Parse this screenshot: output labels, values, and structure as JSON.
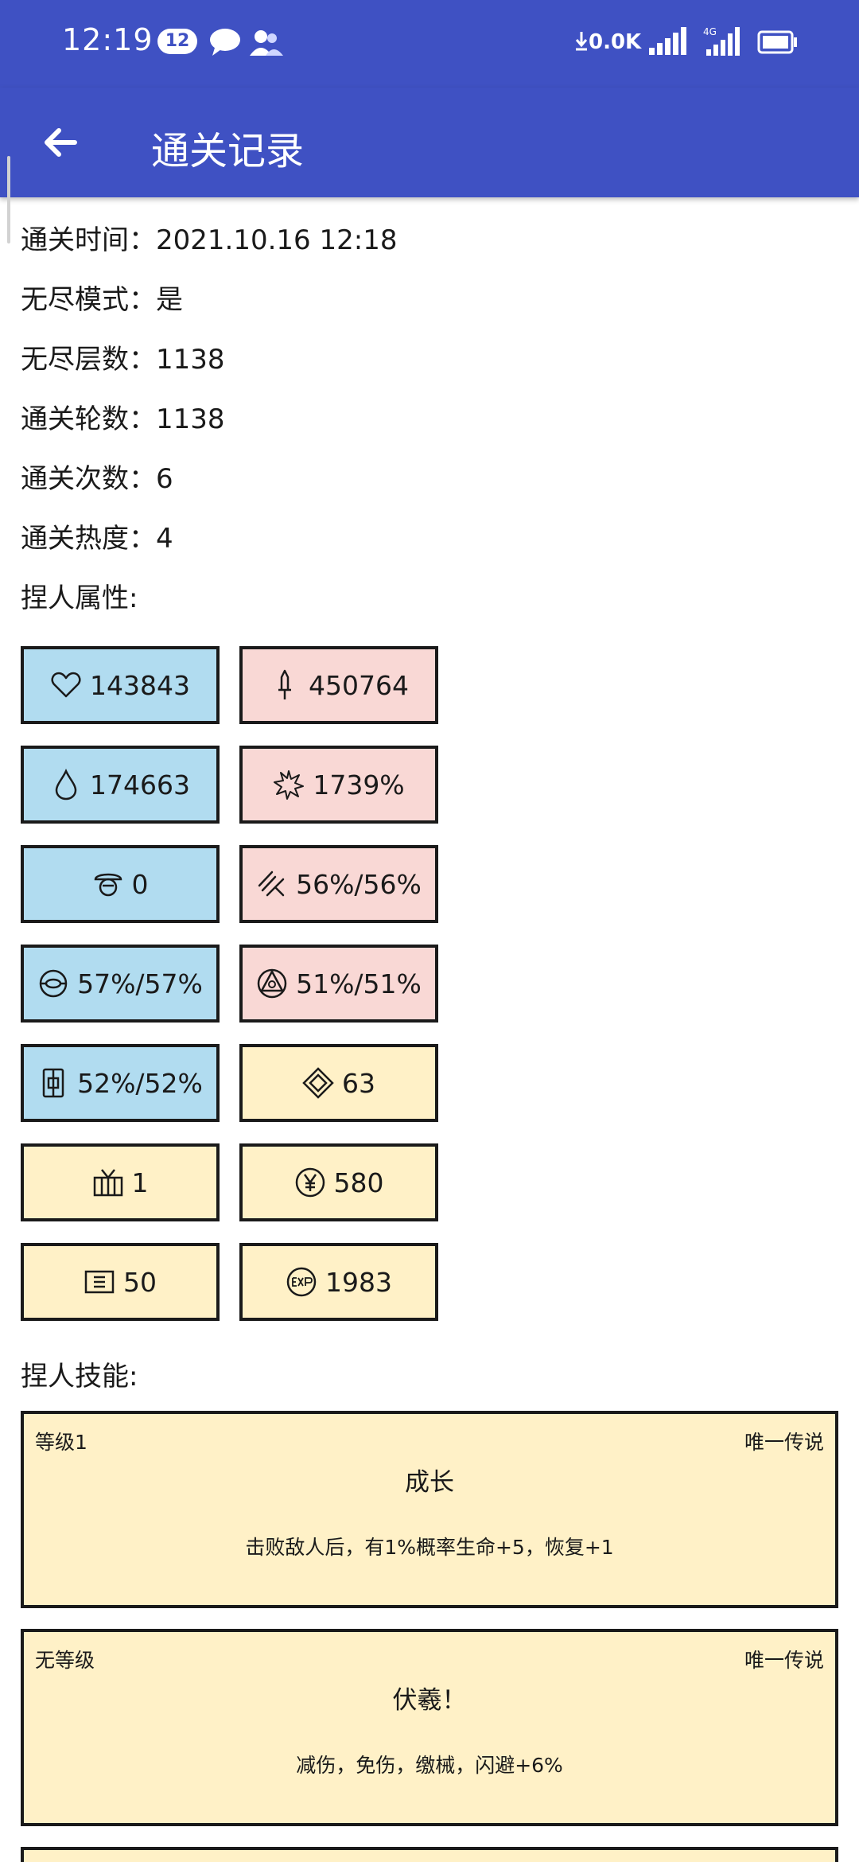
{
  "status_bar": {
    "time": "12:19",
    "notification_count": "12",
    "net_speed": "0.0K",
    "network_type": "4G",
    "icons": [
      "chat-icon",
      "contacts-icon",
      "download-arrow-icon",
      "signal-icon",
      "battery-icon"
    ]
  },
  "app_bar": {
    "title": "通关记录",
    "back_icon": "arrow-back-icon",
    "background": "#3f51c3"
  },
  "record": [
    {
      "label": "通关时间：",
      "value": "2021.10.16 12:18"
    },
    {
      "label": "无尽模式：",
      "value": "是"
    },
    {
      "label": "无尽层数：",
      "value": "1138"
    },
    {
      "label": "通关轮数：",
      "value": "1138"
    },
    {
      "label": "通关次数：",
      "value": "6"
    },
    {
      "label": "通关热度：",
      "value": "4"
    }
  ],
  "attributes_label": "捏人属性:",
  "attributes": [
    {
      "icon": "heart-icon",
      "value": "143843",
      "color": "blue"
    },
    {
      "icon": "sword-icon",
      "value": "450764",
      "color": "pink"
    },
    {
      "icon": "drop-icon",
      "value": "174663",
      "color": "blue"
    },
    {
      "icon": "burst-icon",
      "value": "1739%",
      "color": "pink"
    },
    {
      "icon": "helmet-icon",
      "value": "0",
      "color": "blue"
    },
    {
      "icon": "slash-icon",
      "value": "56%/56%",
      "color": "pink"
    },
    {
      "icon": "shield-ring-icon",
      "value": "57%/57%",
      "color": "blue"
    },
    {
      "icon": "triangle-circle-icon",
      "value": "51%/51%",
      "color": "pink"
    },
    {
      "icon": "armor-icon",
      "value": "52%/52%",
      "color": "blue"
    },
    {
      "icon": "diamond-icon",
      "value": "63",
      "color": "yellow"
    },
    {
      "icon": "tv-icon",
      "value": "1",
      "color": "yellow"
    },
    {
      "icon": "yen-coin-icon",
      "value": "580",
      "color": "yellow"
    },
    {
      "icon": "card-icon",
      "value": "50",
      "color": "yellow"
    },
    {
      "icon": "exp-icon",
      "value": "1983",
      "color": "yellow"
    }
  ],
  "skills_label": "捏人技能:",
  "skills": [
    {
      "level": "等级1",
      "rarity": "唯一传说",
      "name": "成长",
      "desc": "击败敌人后，有1%概率生命+5，恢复+1"
    },
    {
      "level": "无等级",
      "rarity": "唯一传说",
      "name": "伏羲！",
      "desc": "减伤，免伤，缴械，闪避+6%"
    }
  ]
}
